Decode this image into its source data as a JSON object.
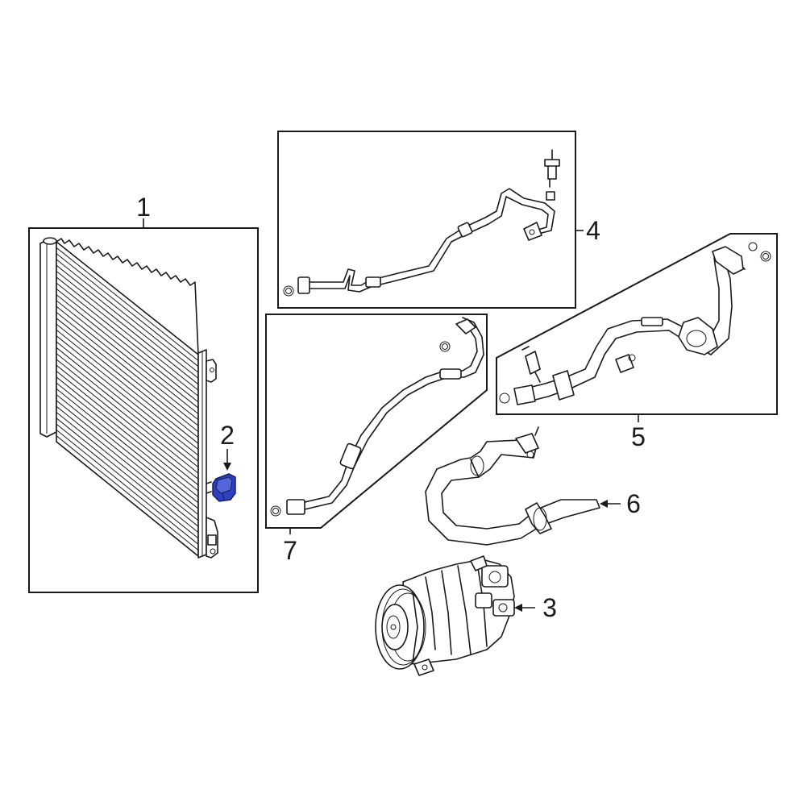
{
  "callouts": [
    {
      "id": "1",
      "label": "1"
    },
    {
      "id": "2",
      "label": "2"
    },
    {
      "id": "3",
      "label": "3"
    },
    {
      "id": "4",
      "label": "4"
    },
    {
      "id": "5",
      "label": "5"
    },
    {
      "id": "6",
      "label": "6"
    },
    {
      "id": "7",
      "label": "7"
    }
  ],
  "colors": {
    "line": "#1a1a1a",
    "highlight": "#2f3fbf",
    "background": "#ffffff"
  }
}
